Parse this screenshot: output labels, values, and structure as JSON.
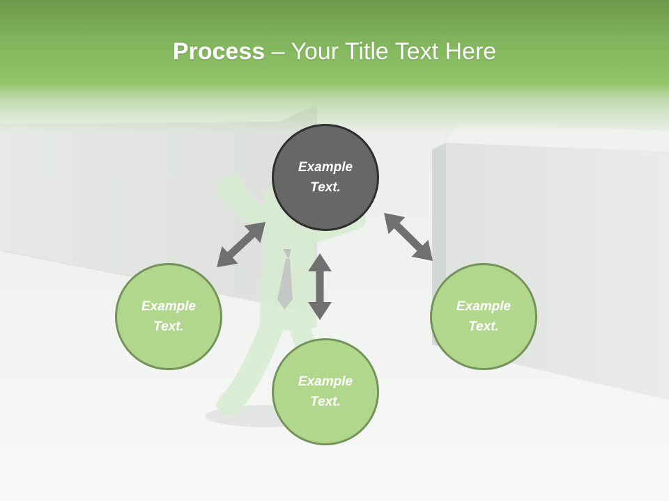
{
  "slide": {
    "title_bold": "Process",
    "title_rest": " – Your Title Text Here"
  },
  "nodes": {
    "top": "Example\nText.",
    "left": "Example\nText.",
    "bottom": "Example\nText.",
    "right": "Example\nText."
  },
  "colors": {
    "header_green": "#7fb25a",
    "circle_fill": "#b1d78c",
    "circle_border": "#74935a",
    "center_fill": "#676767",
    "center_border": "#2e2e2e",
    "arrow": "#707070"
  },
  "icons": {
    "figure": "green-stick-figure-cheering",
    "arrows": "double-headed-arrow"
  }
}
